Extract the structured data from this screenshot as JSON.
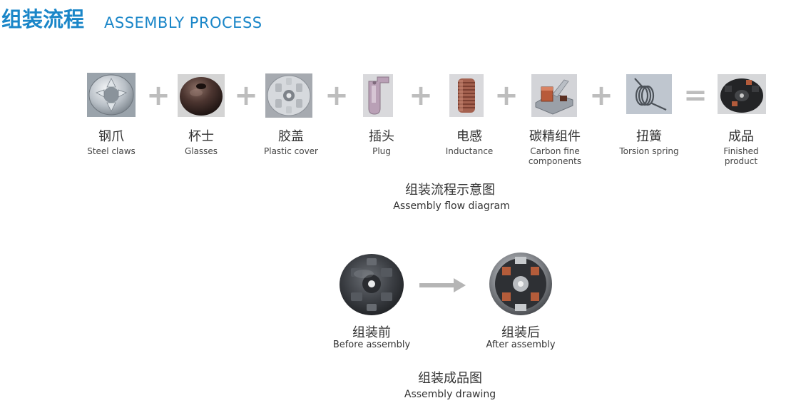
{
  "header": {
    "title_cn": "组装流程",
    "title_en": "ASSEMBLY PROCESS"
  },
  "components": [
    {
      "cn": "钢爪",
      "en": "Steel claws",
      "icon": "steel-claws-image"
    },
    {
      "cn": "杯士",
      "en": "Glasses",
      "icon": "glasses-image"
    },
    {
      "cn": "胶盖",
      "en": "Plastic cover",
      "icon": "plastic-cover-image"
    },
    {
      "cn": "插头",
      "en": "Plug",
      "icon": "plug-image"
    },
    {
      "cn": "电感",
      "en": "Inductance",
      "icon": "inductance-image"
    },
    {
      "cn": "碳精组件",
      "en_line1": "Carbon fine",
      "en_line2": "components",
      "icon": "carbon-components-image"
    },
    {
      "cn": "扭簧",
      "en": "Torsion spring",
      "icon": "torsion-spring-image"
    },
    {
      "cn": "成品",
      "en_line1": "Finished",
      "en_line2": "product",
      "icon": "finished-product-image"
    }
  ],
  "operators": {
    "plus": "+",
    "equals": "="
  },
  "flow_caption": {
    "cn": "组装流程示意图",
    "en": "Assembly flow diagram"
  },
  "before": {
    "cn": "组装前",
    "en": "Before assembly"
  },
  "after": {
    "cn": "组装后",
    "en": "After assembly"
  },
  "drawing_caption": {
    "cn": "组装成品图",
    "en": "Assembly drawing"
  },
  "colors": {
    "accent": "#1a86c8",
    "operator": "#bdbdbd",
    "text": "#333333"
  }
}
